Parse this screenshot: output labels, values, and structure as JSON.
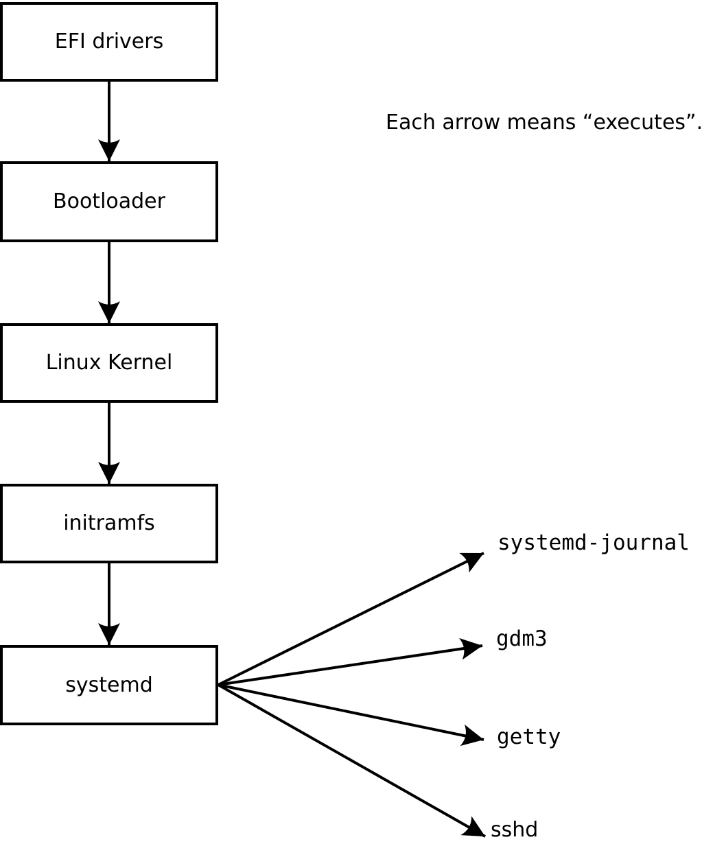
{
  "note": {
    "text": "Each arrow means “executes”."
  },
  "chain": [
    {
      "id": "efi-drivers",
      "label": "EFI drivers"
    },
    {
      "id": "bootloader",
      "label": "Bootloader"
    },
    {
      "id": "linux-kernel",
      "label": "Linux Kernel"
    },
    {
      "id": "initramfs",
      "label": "initramfs"
    },
    {
      "id": "systemd",
      "label": "systemd"
    }
  ],
  "spawned": [
    {
      "id": "systemd-journal",
      "label": "systemd-journal"
    },
    {
      "id": "gdm3",
      "label": "gdm3"
    },
    {
      "id": "getty",
      "label": "getty"
    },
    {
      "id": "sshd",
      "label": "sshd"
    }
  ],
  "colors": {
    "background": "#ffffff",
    "box_fill": "#ffffff",
    "line": "#000000",
    "text": "#000000"
  }
}
